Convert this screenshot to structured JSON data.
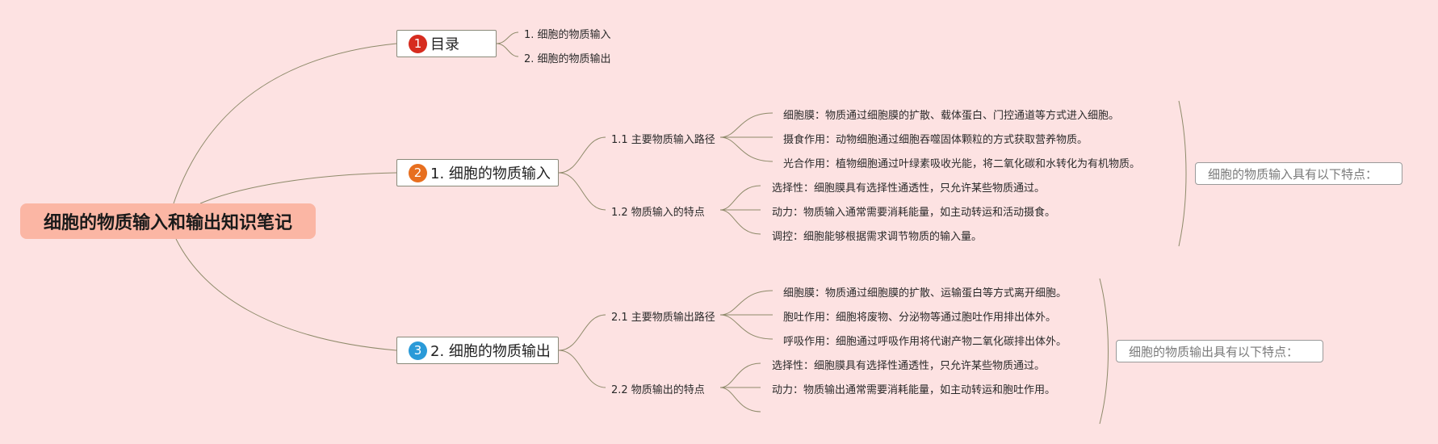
{
  "colors": {
    "background": "#fde2e2",
    "root_fill": "#fbb6a4",
    "connector": "#8e8a6a",
    "badge_1": "#d62c1f",
    "badge_2": "#e76f1f",
    "badge_3": "#2a9ad8"
  },
  "root": {
    "title": "细胞的物质输入和输出知识笔记"
  },
  "toc": {
    "badge": "1",
    "title": "目录",
    "items": [
      "1. 细胞的物质输入",
      "2. 细胞的物质输出"
    ]
  },
  "input": {
    "badge": "2",
    "title": "1. 细胞的物质输入",
    "path": {
      "title": "1.1 主要物质输入路径",
      "items": [
        "细胞膜：物质通过细胞膜的扩散、载体蛋白、门控通道等方式进入细胞。",
        "摄食作用：动物细胞通过细胞吞噬固体颗粒的方式获取营养物质。",
        "光合作用：植物细胞通过叶绿素吸收光能，将二氧化碳和水转化为有机物质。"
      ]
    },
    "traits": {
      "title": "1.2 物质输入的特点",
      "items": [
        "选择性：细胞膜具有选择性通透性，只允许某些物质通过。",
        "动力：物质输入通常需要消耗能量，如主动转运和活动摄食。",
        "调控：细胞能够根据需求调节物质的输入量。"
      ]
    },
    "summary": "细胞的物质输入具有以下特点："
  },
  "output": {
    "badge": "3",
    "title": "2. 细胞的物质输出",
    "path": {
      "title": "2.1 主要物质输出路径",
      "items": [
        "细胞膜：物质通过细胞膜的扩散、运输蛋白等方式离开细胞。",
        "胞吐作用：细胞将废物、分泌物等通过胞吐作用排出体外。",
        "呼吸作用：细胞通过呼吸作用将代谢产物二氧化碳排出体外。"
      ]
    },
    "traits": {
      "title": "2.2 物质输出的特点",
      "items": [
        "选择性：细胞膜具有选择性通透性，只允许某些物质通过。",
        "动力：物质输出通常需要消耗能量，如主动转运和胞吐作用。",
        ""
      ]
    },
    "summary": "细胞的物质输出具有以下特点："
  }
}
